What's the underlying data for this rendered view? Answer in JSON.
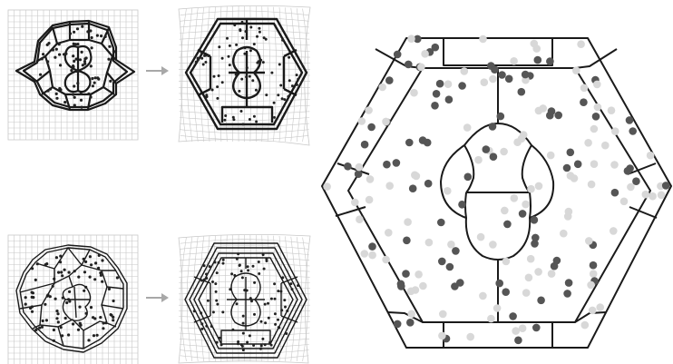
{
  "figure": {
    "panels": [
      {
        "name": "top-left",
        "kind": "reference-grid",
        "rows": 22,
        "cols": 22
      },
      {
        "name": "top-middle",
        "kind": "warped-grid",
        "rows": 22,
        "cols": 22
      },
      {
        "name": "bottom-left",
        "kind": "reference-grid",
        "rows": 22,
        "cols": 22
      },
      {
        "name": "bottom-middle",
        "kind": "warped-grid",
        "rows": 22,
        "cols": 22
      },
      {
        "name": "hexagon-diagram",
        "kind": "schematic"
      }
    ],
    "arrows": [
      "top-arrow",
      "bottom-arrow"
    ],
    "colors": {
      "grid": "#c8c8c8",
      "outline": "#1a1a1a",
      "arrow": "#a8a8a8",
      "dot_dark": "#555555",
      "dot_light": "#d8d8d8",
      "small_dot": "#222222"
    }
  }
}
